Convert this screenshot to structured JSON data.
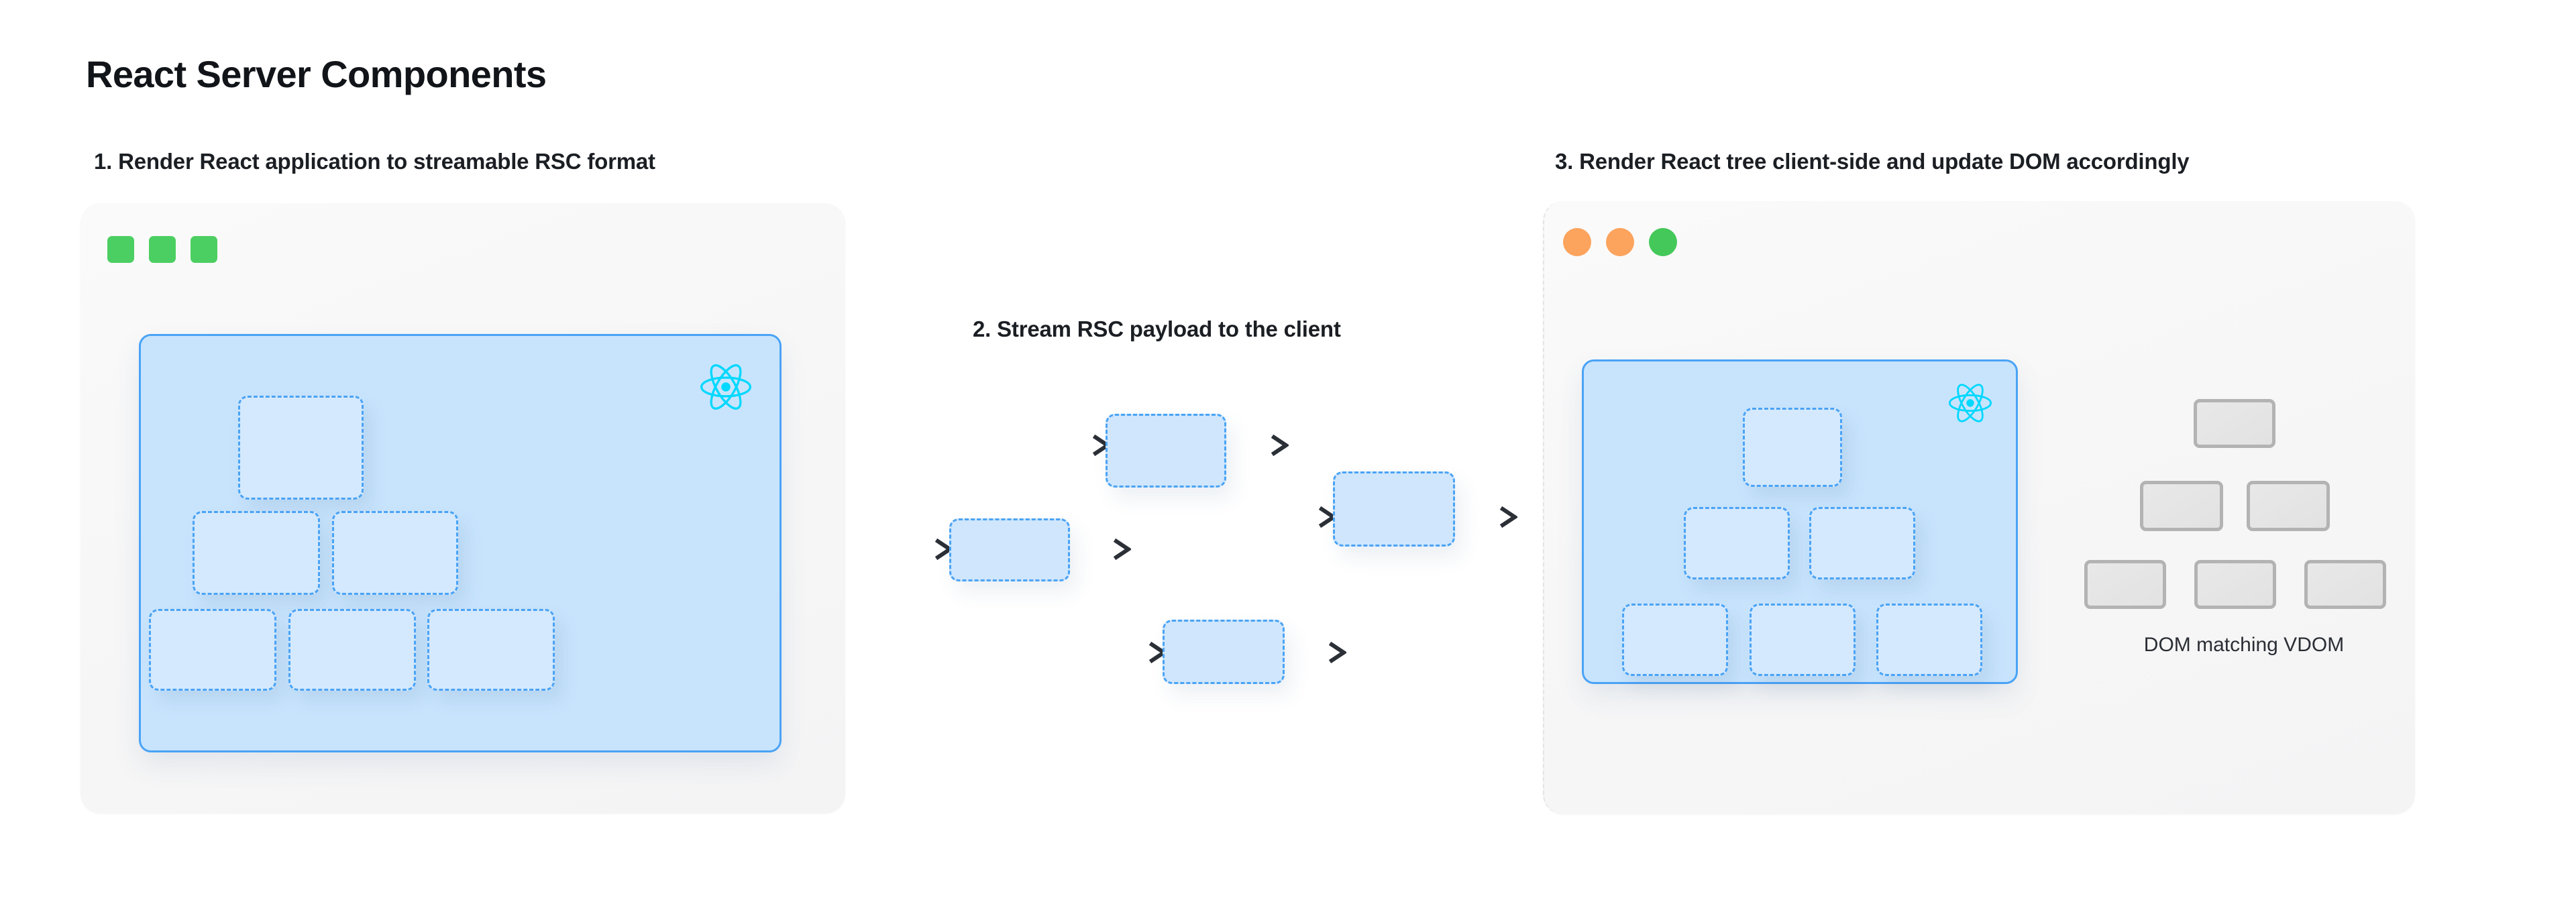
{
  "page": {
    "title": "React Server Components",
    "background_color": "#ffffff"
  },
  "colors": {
    "accent_react": "#00d8ff",
    "canvas_fill": "#c8e4fd",
    "canvas_border": "#4aa3f5",
    "vbox_fill": "#d4e9fe",
    "vbox_border": "#4aa3f5",
    "panel_bg": "#f7f7f7",
    "dot_green": "#45c85a",
    "dot_orange": "#fca35d",
    "dom_fill": "#e4e4e4",
    "dom_border": "#b3b3b3",
    "arrow": "#2b2f36",
    "text": "#1b1f24"
  },
  "steps": [
    {
      "id": 1,
      "caption": "1. Render React application to streamable RSC format"
    },
    {
      "id": 2,
      "caption": "2. Stream RSC payload to the client"
    },
    {
      "id": 3,
      "caption": "3. Render React tree client-side and update DOM accordingly"
    }
  ],
  "server_panel": {
    "window_dots": [
      {
        "name": "dot-square-green-1",
        "shape": "square",
        "color": "#4ccf62"
      },
      {
        "name": "dot-square-green-2",
        "shape": "square",
        "color": "#4ccf62"
      },
      {
        "name": "dot-square-green-3",
        "shape": "square",
        "color": "#4ccf62"
      }
    ],
    "logo": "react-atom-icon",
    "tree": {
      "rows": [
        {
          "row": 0,
          "count": 1
        },
        {
          "row": 1,
          "count": 2
        },
        {
          "row": 2,
          "count": 3
        }
      ],
      "total_nodes": 6,
      "node_style": "dashed"
    }
  },
  "client_panel": {
    "window_dots": [
      {
        "name": "dot-circle-orange-1",
        "shape": "circle",
        "color": "#fca35d"
      },
      {
        "name": "dot-circle-orange-2",
        "shape": "circle",
        "color": "#fca35d"
      },
      {
        "name": "dot-circle-green-3",
        "shape": "circle",
        "color": "#45c85a"
      }
    ],
    "logo": "react-atom-icon",
    "tree": {
      "rows": [
        {
          "row": 0,
          "count": 1
        },
        {
          "row": 1,
          "count": 2
        },
        {
          "row": 2,
          "count": 3
        }
      ],
      "total_nodes": 6,
      "node_style": "dashed"
    },
    "dom": {
      "label": "DOM matching VDOM",
      "rows": [
        {
          "row": 0,
          "count": 1
        },
        {
          "row": 1,
          "count": 2
        },
        {
          "row": 2,
          "count": 3
        }
      ],
      "total_nodes": 6,
      "node_style": "solid-grey"
    }
  },
  "stream": {
    "chunks": [
      {
        "name": "chunk-1",
        "position": "left-middle"
      },
      {
        "name": "chunk-2",
        "position": "upper"
      },
      {
        "name": "chunk-3",
        "position": "lower"
      },
      {
        "name": "chunk-4",
        "position": "right-middle"
      }
    ],
    "arrows": [
      {
        "name": "arrow-into-chunk-1"
      },
      {
        "name": "arrow-out-of-chunk-1"
      },
      {
        "name": "arrow-into-chunk-2"
      },
      {
        "name": "arrow-out-of-chunk-2"
      },
      {
        "name": "arrow-into-chunk-3"
      },
      {
        "name": "arrow-out-of-chunk-3"
      },
      {
        "name": "arrow-into-chunk-4"
      },
      {
        "name": "arrow-out-of-chunk-4"
      }
    ]
  }
}
